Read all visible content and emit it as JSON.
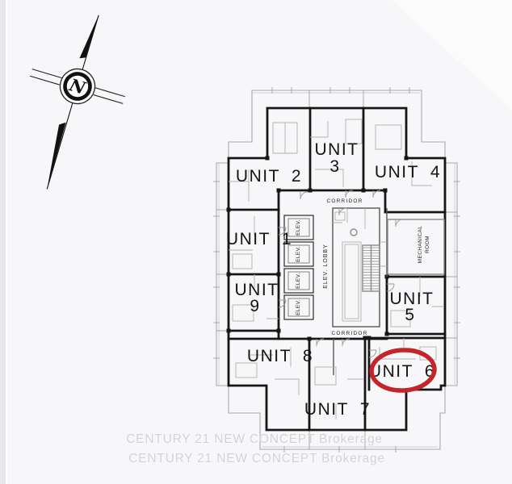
{
  "page": {
    "background_color": "#f7f7f9",
    "left_band_color": "#e7e7eb"
  },
  "compass": {
    "letter": "N"
  },
  "floorplan": {
    "units": [
      {
        "label": "UNIT 1"
      },
      {
        "label": "UNIT 2"
      },
      {
        "line1": "UNIT",
        "line2": "3"
      },
      {
        "label": "UNIT 4"
      },
      {
        "line1": "UNIT",
        "line2": "5"
      },
      {
        "label": "UNIT 6"
      },
      {
        "label": "UNIT 7"
      },
      {
        "label": "UNIT 8"
      },
      {
        "line1": "UNIT",
        "line2": "9"
      }
    ],
    "corridor_top": "CORRIDOR",
    "corridor_bottom": "CORRIDOR",
    "elev_lobby": "ELEV. LOBBY",
    "elevators": [
      "ELEV.",
      "ELEV.",
      "ELEV.",
      "ELEV."
    ],
    "mechanical_room": {
      "line1": "MECHANICAL",
      "line2": "ROOM"
    },
    "highlight": {
      "unit": "UNIT 6",
      "color": "#c5242b"
    }
  },
  "watermark": {
    "line1": "CENTURY 21 NEW CONCEPT  Brokerage",
    "line2": "CENTURY 21 NEW CONCEPT  Brokerage"
  }
}
